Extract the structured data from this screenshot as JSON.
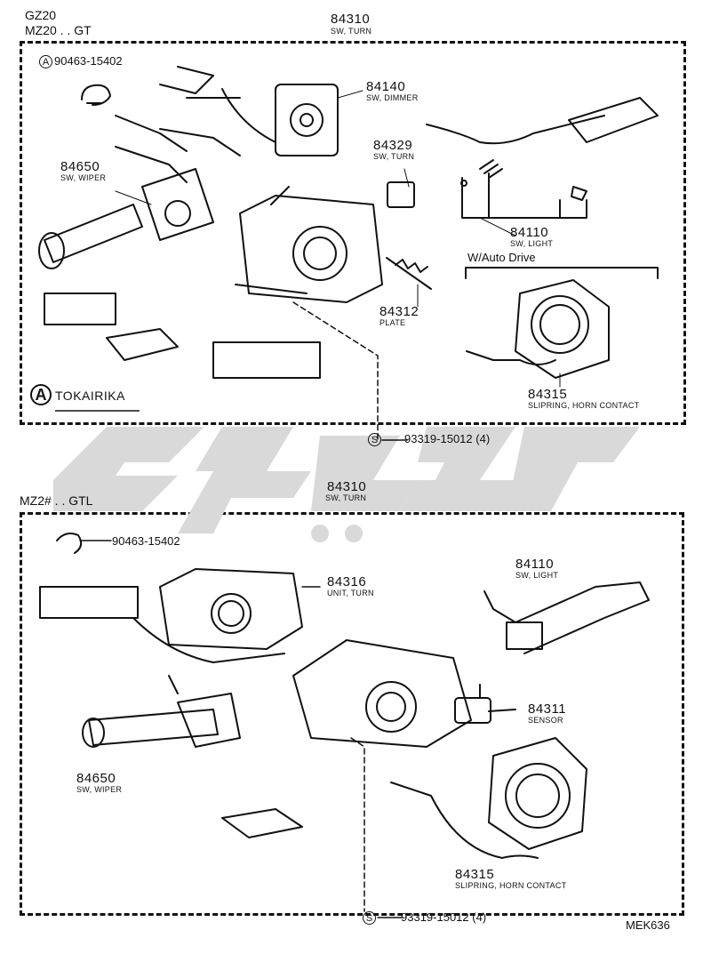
{
  "upper": {
    "model_line1": "GZ20",
    "model_line2": "MZ20 . . GT",
    "clip_marker": "A",
    "clip_part": "90463-15402",
    "parts": [
      {
        "num": "84310",
        "name": "SW, TURN"
      },
      {
        "num": "84140",
        "name": "SW, DIMMER"
      },
      {
        "num": "84329",
        "name": "SW, TURN"
      },
      {
        "num": "84650",
        "name": "SW, WIPER"
      },
      {
        "num": "84110",
        "name": "SW, LIGHT"
      },
      {
        "num": "84312",
        "name": "PLATE"
      },
      {
        "num": "84315",
        "name": "SLIPRING, HORN CONTACT"
      }
    ],
    "auto_drive_label": "W/Auto Drive",
    "maker_marker": "A",
    "maker_name": "TOKAIRIKA",
    "screw_marker": "S",
    "screw_part": "93319-15012",
    "screw_qty": "(4)"
  },
  "lower": {
    "model_line": "MZ2# . . GTL",
    "clip_part": "90463-15402",
    "parts": [
      {
        "num": "84310",
        "name": "SW, TURN"
      },
      {
        "num": "84316",
        "name": "UNIT, TURN"
      },
      {
        "num": "84110",
        "name": "SW, LIGHT"
      },
      {
        "num": "84311",
        "name": "SENSOR"
      },
      {
        "num": "84650",
        "name": "SW, WIPER"
      },
      {
        "num": "84315",
        "name": "SLIPRING, HORN CONTACT"
      }
    ],
    "screw_marker": "S",
    "screw_part": "93319-15012",
    "screw_qty": "(4)"
  },
  "footer_code": "MEK636"
}
